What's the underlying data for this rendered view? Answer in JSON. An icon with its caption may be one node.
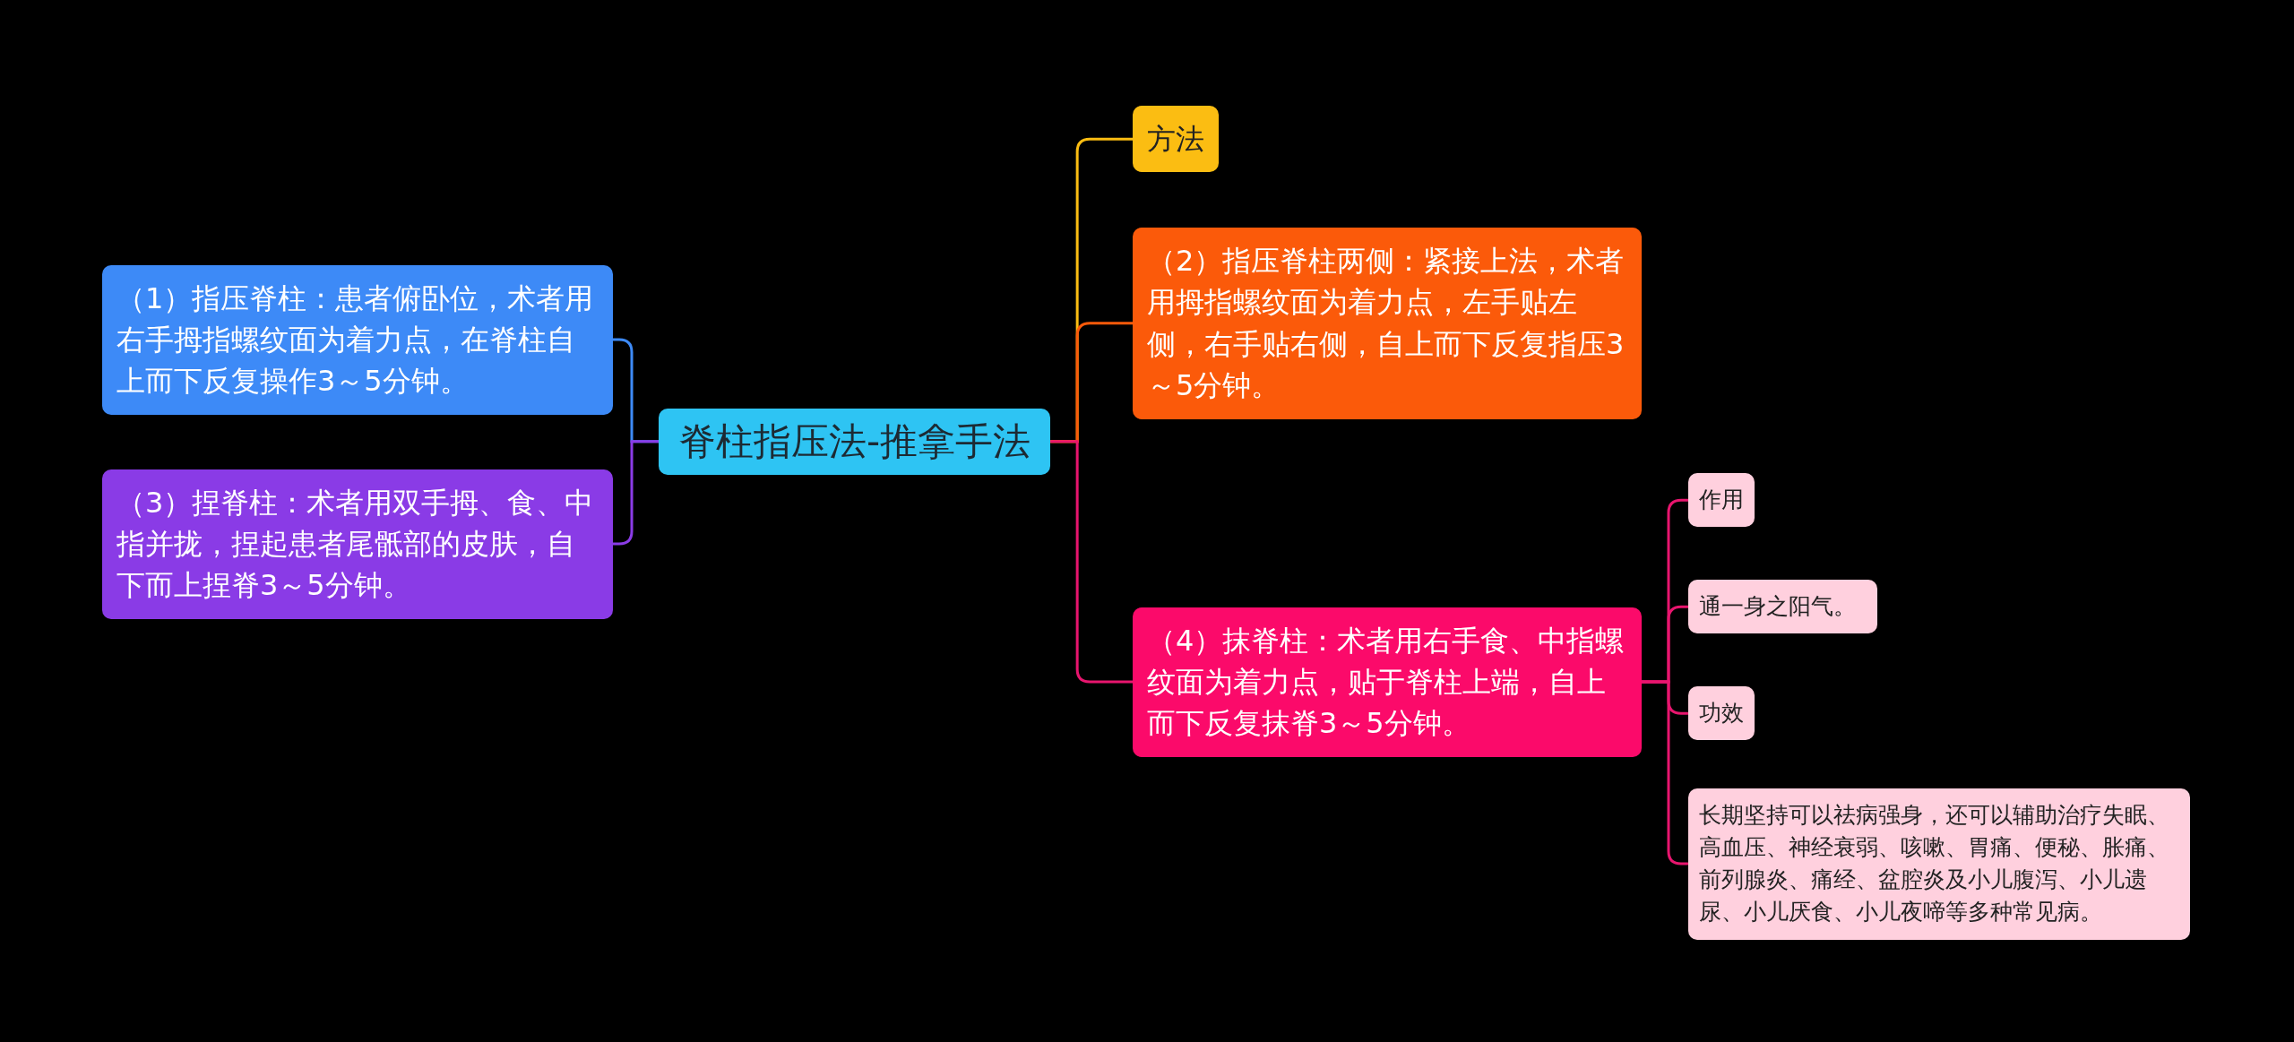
{
  "diagram": {
    "nodes": [
      {
        "text": [
          "脊柱指压法-推拿手法"
        ]
      },
      {
        "text": [
          "（1）指压脊柱：患者俯卧位，术者用右手拇指螺纹面为着力点，在脊柱自上而下反复操作3～5分钟。"
        ]
      },
      {
        "text": [
          "（3）捏脊柱：术者用双手拇、食、中指并拢，捏起患者尾骶部的皮肤，自下而上捏脊3～5分钟。"
        ]
      },
      {
        "text": [
          "方法"
        ]
      },
      {
        "text": [
          "（2）指压脊柱两侧：紧接上法，术者用拇指螺纹面为着力点，左手贴左侧，右手贴右侧，自上而下反复指压3～5分钟。"
        ]
      },
      {
        "text": [
          "（4）抹脊柱：术者用右手食、中指螺纹面为着力点，贴于脊柱上端，自上而下反复抹脊3～5分钟。"
        ]
      },
      {
        "text": [
          "作用"
        ]
      },
      {
        "text": [
          "通一身之阳气。"
        ]
      },
      {
        "text": [
          "功效"
        ]
      },
      {
        "text": [
          "长期坚持可以祛病强身，还可以辅助治疗失眠、高血压、神经衰弱、咳嗽、胃痛、便秘、胀痛、前列腺炎、痛经、盆腔炎及小儿腹泻、小儿遗尿、小儿厌食、小儿夜啼等多种常见病。"
        ]
      }
    ],
    "edges": [
      {
        "from": 0,
        "to": 1,
        "arrow": "none",
        "color": "#3d8af7"
      },
      {
        "from": 0,
        "to": 2,
        "arrow": "none",
        "color": "#8a3be6"
      },
      {
        "from": 0,
        "to": 3,
        "arrow": "none",
        "color": "#fbbd12"
      },
      {
        "from": 0,
        "to": 4,
        "arrow": "none",
        "color": "#fb5a0a"
      },
      {
        "from": 0,
        "to": 5,
        "arrow": "none"
      },
      {
        "from": 5,
        "to": 6,
        "arrow": "none"
      },
      {
        "from": 5,
        "to": 7,
        "arrow": "none"
      },
      {
        "from": 5,
        "to": 8,
        "arrow": "none"
      },
      {
        "from": 5,
        "to": 9,
        "arrow": "none"
      }
    ]
  }
}
